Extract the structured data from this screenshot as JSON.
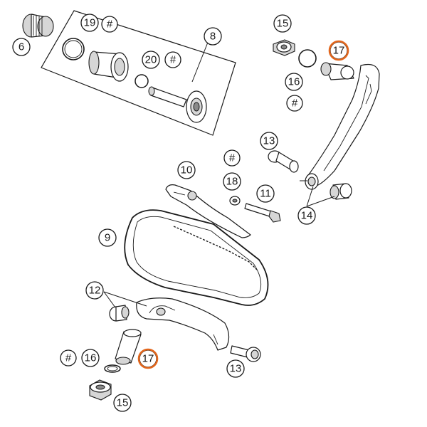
{
  "callouts": {
    "c6": "6",
    "c19": "19",
    "c19_hash": "#",
    "c8": "8",
    "c20": "20",
    "c20_hash": "#",
    "c15_top": "15",
    "c17_top": "17",
    "c16_top": "16",
    "c16_top_hash": "#",
    "c13_top": "13",
    "c18_hash": "#",
    "c10": "10",
    "c18": "18",
    "c11": "11",
    "c14": "14",
    "c9": "9",
    "c12": "12",
    "c16_bottom_hash": "#",
    "c16_bottom": "16",
    "c17_bottom": "17",
    "c13_bottom": "13",
    "c15_bottom": "15"
  },
  "colors": {
    "highlight": "#e2661c",
    "ink": "#1a1a1a"
  }
}
